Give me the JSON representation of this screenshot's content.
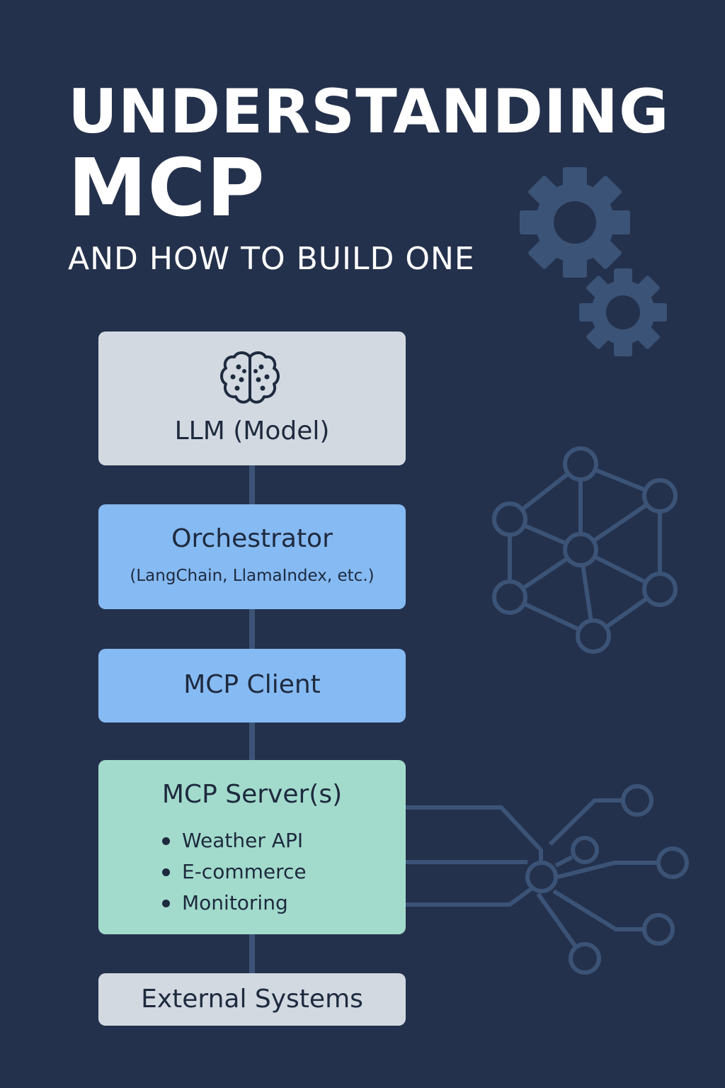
{
  "title": {
    "line1": "UNDERSTANDING",
    "line2": "MCP",
    "subtitle": "AND HOW TO BUILD ONE"
  },
  "colors": {
    "background": "#24314c",
    "decor": "#3b5376",
    "llm_box": "#d3d9e1",
    "orchestrator_box": "#86baf3",
    "client_box": "#86baf3",
    "server_box": "#a2dbcc",
    "external_box": "#d3d9e1",
    "text_dark": "#1e2a3e"
  },
  "diagram": {
    "llm": {
      "label": "LLM (Model)",
      "icon": "brain-icon"
    },
    "orchestrator": {
      "label": "Orchestrator",
      "sub": "(LangChain, LlamaIndex, etc.)"
    },
    "client": {
      "label": "MCP Client"
    },
    "server": {
      "label": "MCP Server(s)",
      "items": [
        "Weather API",
        "E-commerce",
        "Monitoring"
      ]
    },
    "external": {
      "label": "External Systems"
    }
  },
  "decorations": [
    "gear-icon",
    "gear-icon",
    "network-graph-icon",
    "circuit-lines-icon"
  ]
}
